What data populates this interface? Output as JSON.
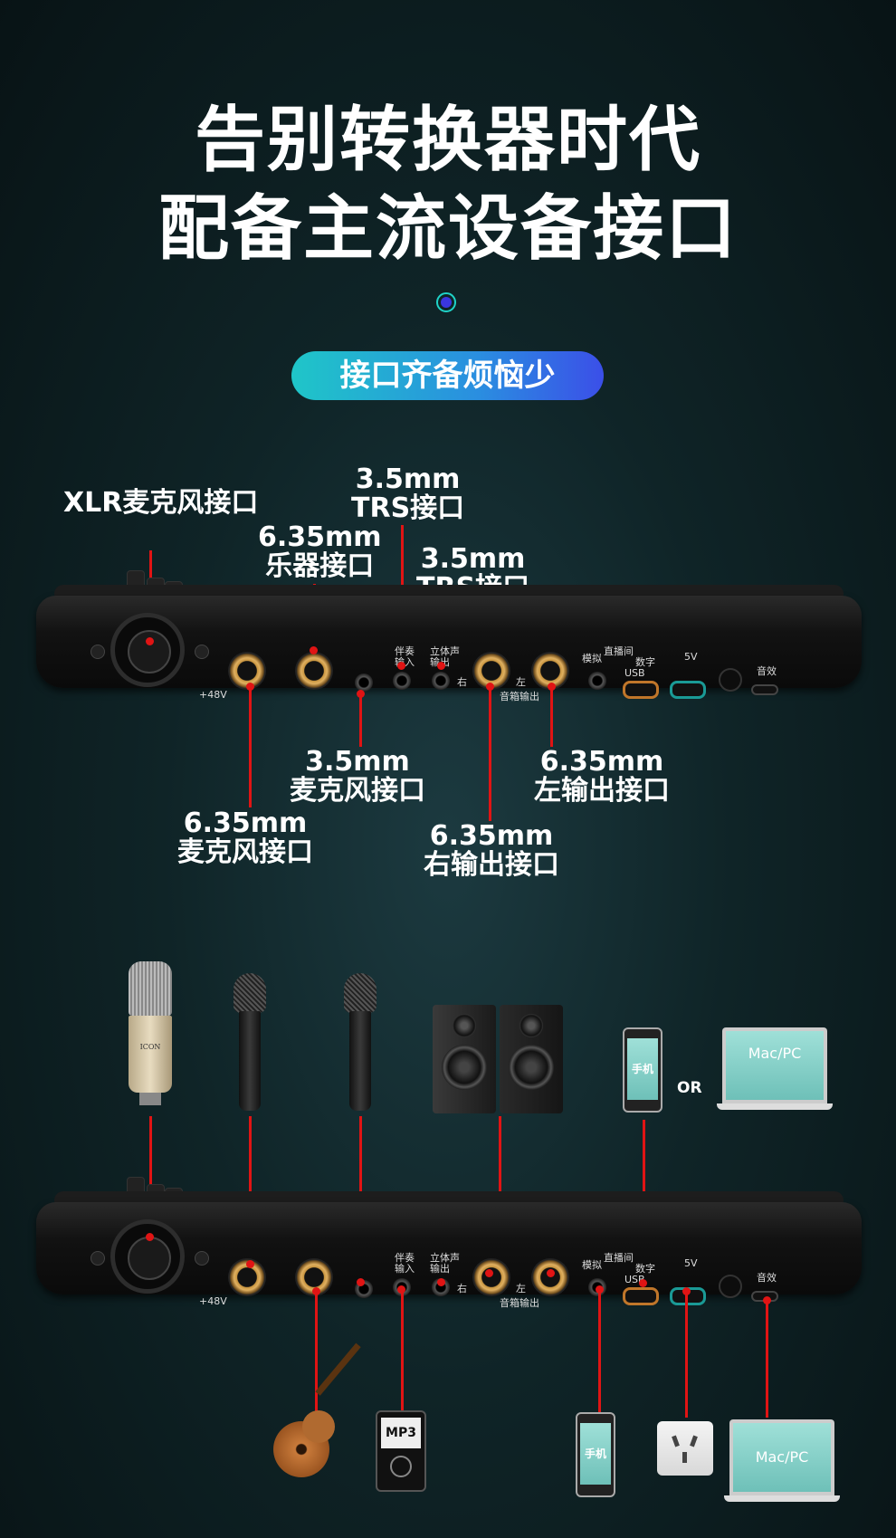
{
  "header": {
    "title_line1": "告别转换器时代",
    "title_line2": "配备主流设备接口",
    "subtitle_pill": "接口齐备烦恼少"
  },
  "callouts": {
    "xlr": "XLR麦克风接口",
    "inst_size": "6.35mm",
    "inst_name": "乐器接口",
    "trs1_size": "3.5mm",
    "trs1_name": "TRS接口",
    "trs2_size": "3.5mm",
    "trs2_name": "TRS接口",
    "mic35_size": "3.5mm",
    "mic35_name": "麦克风接口",
    "mic635_size": "6.35mm",
    "mic635_name": "麦克风接口",
    "left_size": "6.35mm",
    "left_name": "左输出接口",
    "right_size": "6.35mm",
    "right_name": "右输出接口"
  },
  "device_labels": {
    "phantom": "+48V",
    "accomp_in": "伴奏\n输入",
    "stereo_out": "立体声\n输出",
    "right": "右",
    "left": "左",
    "speaker_out": "音箱输出",
    "analog": "模拟",
    "live_room": "直播间",
    "digital": "数字",
    "usb": "USB",
    "five_v": "5V",
    "effects": "音效"
  },
  "connection_devices": {
    "phone": "手机",
    "or": "OR",
    "mac_pc": "Mac/PC",
    "mp3": "MP3",
    "mic_brand": "ICON"
  },
  "colors": {
    "accent_red": "#e01414",
    "pill_start": "#1fc6c8",
    "pill_end": "#3b4fe8",
    "usb_orange": "#c0762a",
    "usb_teal": "#1a9a96"
  }
}
